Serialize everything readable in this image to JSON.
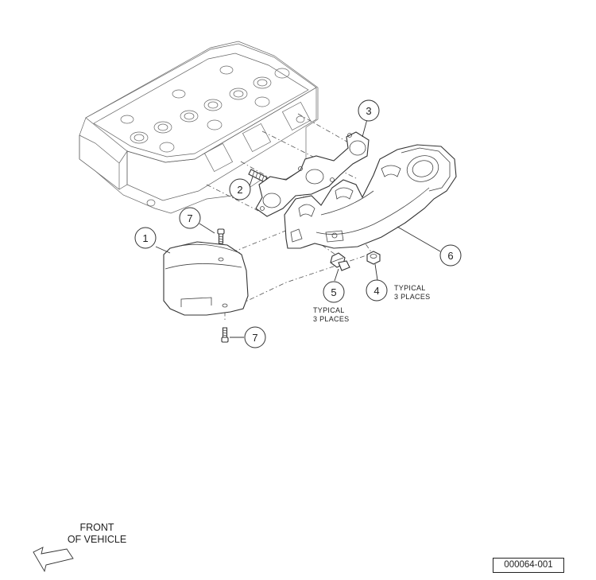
{
  "callouts": {
    "c1": "1",
    "c2": "2",
    "c3": "3",
    "c4": "4",
    "c5": "5",
    "c6": "6",
    "c7_top": "7",
    "c7_bottom": "7"
  },
  "notes": {
    "typical_4_line1": "TYPICAL",
    "typical_4_line2": "3 PLACES",
    "typical_5_line1": "TYPICAL",
    "typical_5_line2": "3 PLACES"
  },
  "orientation": {
    "line1": "FRONT",
    "line2": "OF VEHICLE",
    "icon": "arrow-left-icon"
  },
  "figure_id": "000064-001"
}
